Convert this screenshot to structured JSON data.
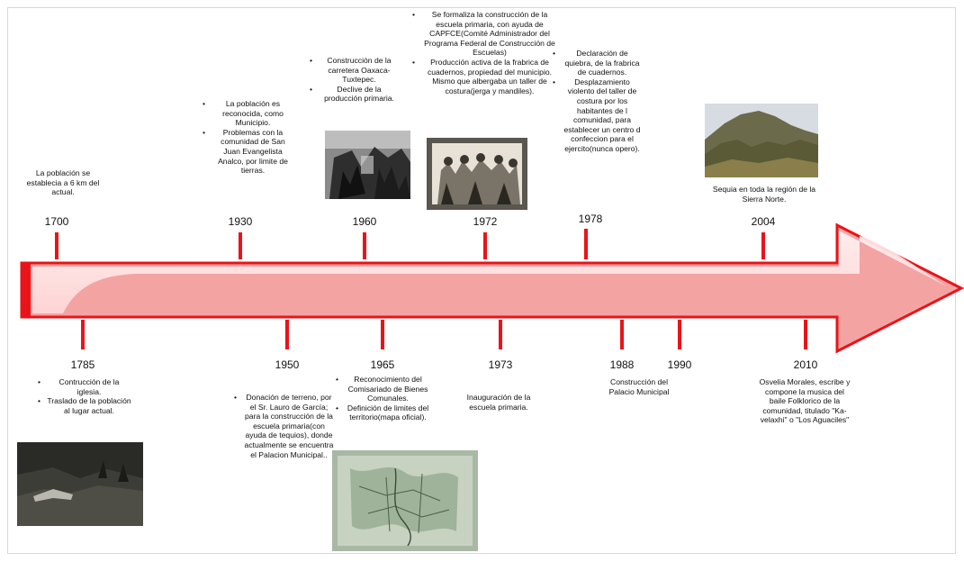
{
  "colors": {
    "arrow_fill": "#f4a3a3",
    "arrow_outline": "#e8141a",
    "highlight": "#ffe2e2",
    "tick": "#e8141a"
  },
  "events_top": [
    {
      "year": "1700",
      "text": "La población se establecia a 6 km del actual."
    },
    {
      "year": "1930",
      "bullets": [
        "La población es reconocida, como Municipio.",
        "Problemas con la comunidad de San Juan Evangelista Analco, por limite de tierras."
      ]
    },
    {
      "year": "1960",
      "bullets": [
        "Construcción de la carretera Oaxaca-Tuxtepec.",
        "Declive de la producción primaria."
      ]
    },
    {
      "year": "1972",
      "bullets": [
        "Se formaliza la construcción de la escuela primaria, con ayuda de CAPFCE(Comité Administrador del Programa Federal de Construcción de Escuelas)",
        "Producción activa de la frabrica de cuadernos, propiedad del municipio. Mismo que albergaba un taller de costura(jerga y mandiles)."
      ]
    },
    {
      "year": "1978",
      "bullets": [
        "Declaración de quiebra, de la frabrica de cuadernos.",
        "Desplazamiento violento del taller de costura por los habitantes de l comunidad, para establecer un centro d confeccion para el ejercito(nunca opero)."
      ]
    },
    {
      "year": "2004",
      "text": "Sequia en toda la región de la Sierra Norte."
    }
  ],
  "events_bottom": [
    {
      "year": "1785",
      "bullets": [
        "Contrucción de la iglesia.",
        "Traslado de la población al lugar actual."
      ]
    },
    {
      "year": "1950",
      "bullets": [
        "Donación de terreno, por el Sr. Lauro de García; para la construcción de la escuela primaria(con ayuda de tequios), donde actualmente se encuentra el Palacion Municipal.."
      ]
    },
    {
      "year": "1965",
      "bullets": [
        "Reconocimiento del Comisariado de Bienes Comunales.",
        "Definición de limites del territorio(mapa oficial)."
      ]
    },
    {
      "year": "1973",
      "text": "Inauguración de la escuela primaria."
    },
    {
      "year": "1988",
      "text": "Construcción del Palacio Municipal"
    },
    {
      "year": "1990",
      "text": ""
    },
    {
      "year": "2010",
      "text": "Osvelia Morales, escribe y compone la musica del baile Folklorico de la comunidad, titulado \"Ka-velaxhi\" o \"Los Aguaciles\""
    }
  ]
}
